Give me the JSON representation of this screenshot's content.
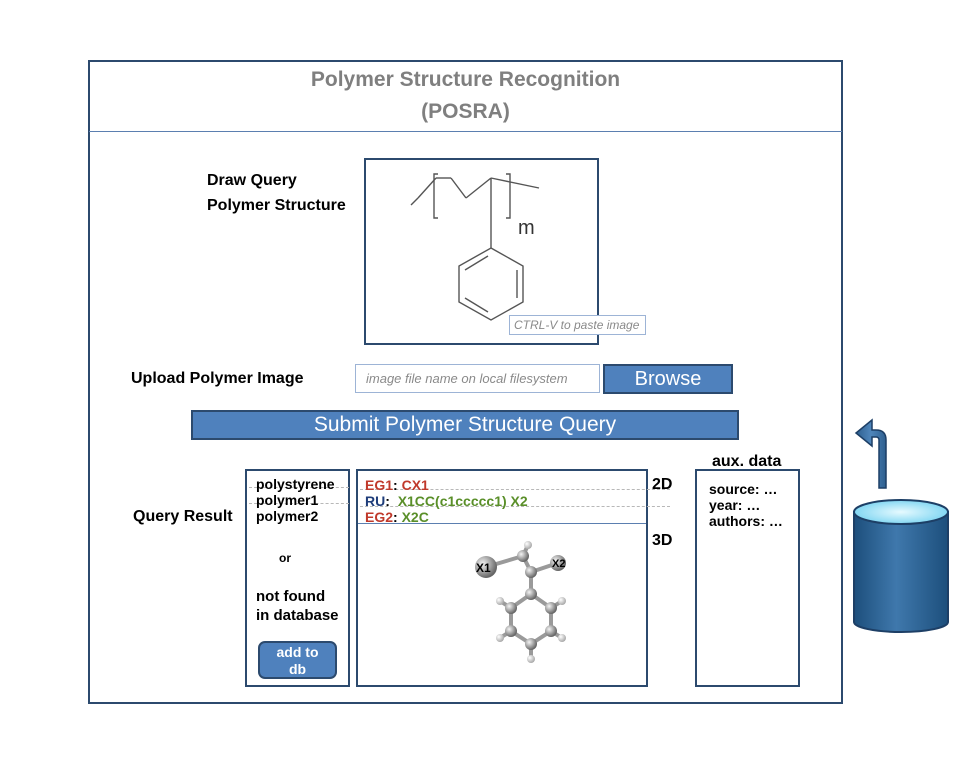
{
  "header": {
    "title_line1": "Polymer Structure Recognition",
    "title_line2": "(POSRA)"
  },
  "draw": {
    "label_line1": "Draw Query",
    "label_line2": "Polymer Structure",
    "subscript": "m",
    "paste_hint": "CTRL-V to paste image"
  },
  "upload": {
    "label": "Upload Polymer Image",
    "placeholder": "image file name on local filesystem",
    "browse_label": "Browse"
  },
  "submit": {
    "label": "Submit Polymer Structure Query"
  },
  "results": {
    "label": "Query Result",
    "names": [
      "polystyrene",
      "polymer1",
      "polymer2"
    ],
    "or_text": "or",
    "not_found_line1": "not found",
    "not_found_line2": "in database",
    "add_line1": "add to",
    "add_line2": "db"
  },
  "structure": {
    "eg1_key": "EG1",
    "eg1_value": "CX1",
    "ru_key": "RU",
    "ru_value_part1": "X1CC(c1ccccc1)",
    "ru_value_part2": "X2",
    "eg2_key": "EG2",
    "eg2_value": "X2C",
    "colon": ":",
    "label_2d": "2D",
    "label_3d": "3D",
    "atom_x1": "X1",
    "atom_x2": "X2"
  },
  "aux": {
    "title": "aux. data",
    "items": [
      "source: …",
      "year: …",
      "authors: …"
    ]
  },
  "colors": {
    "frame": "#2c4a6e",
    "button": "#4f81bd",
    "title": "#7f7f7f",
    "red": "#c0392b",
    "green": "#5a8f29",
    "blue": "#1f3d7a"
  }
}
